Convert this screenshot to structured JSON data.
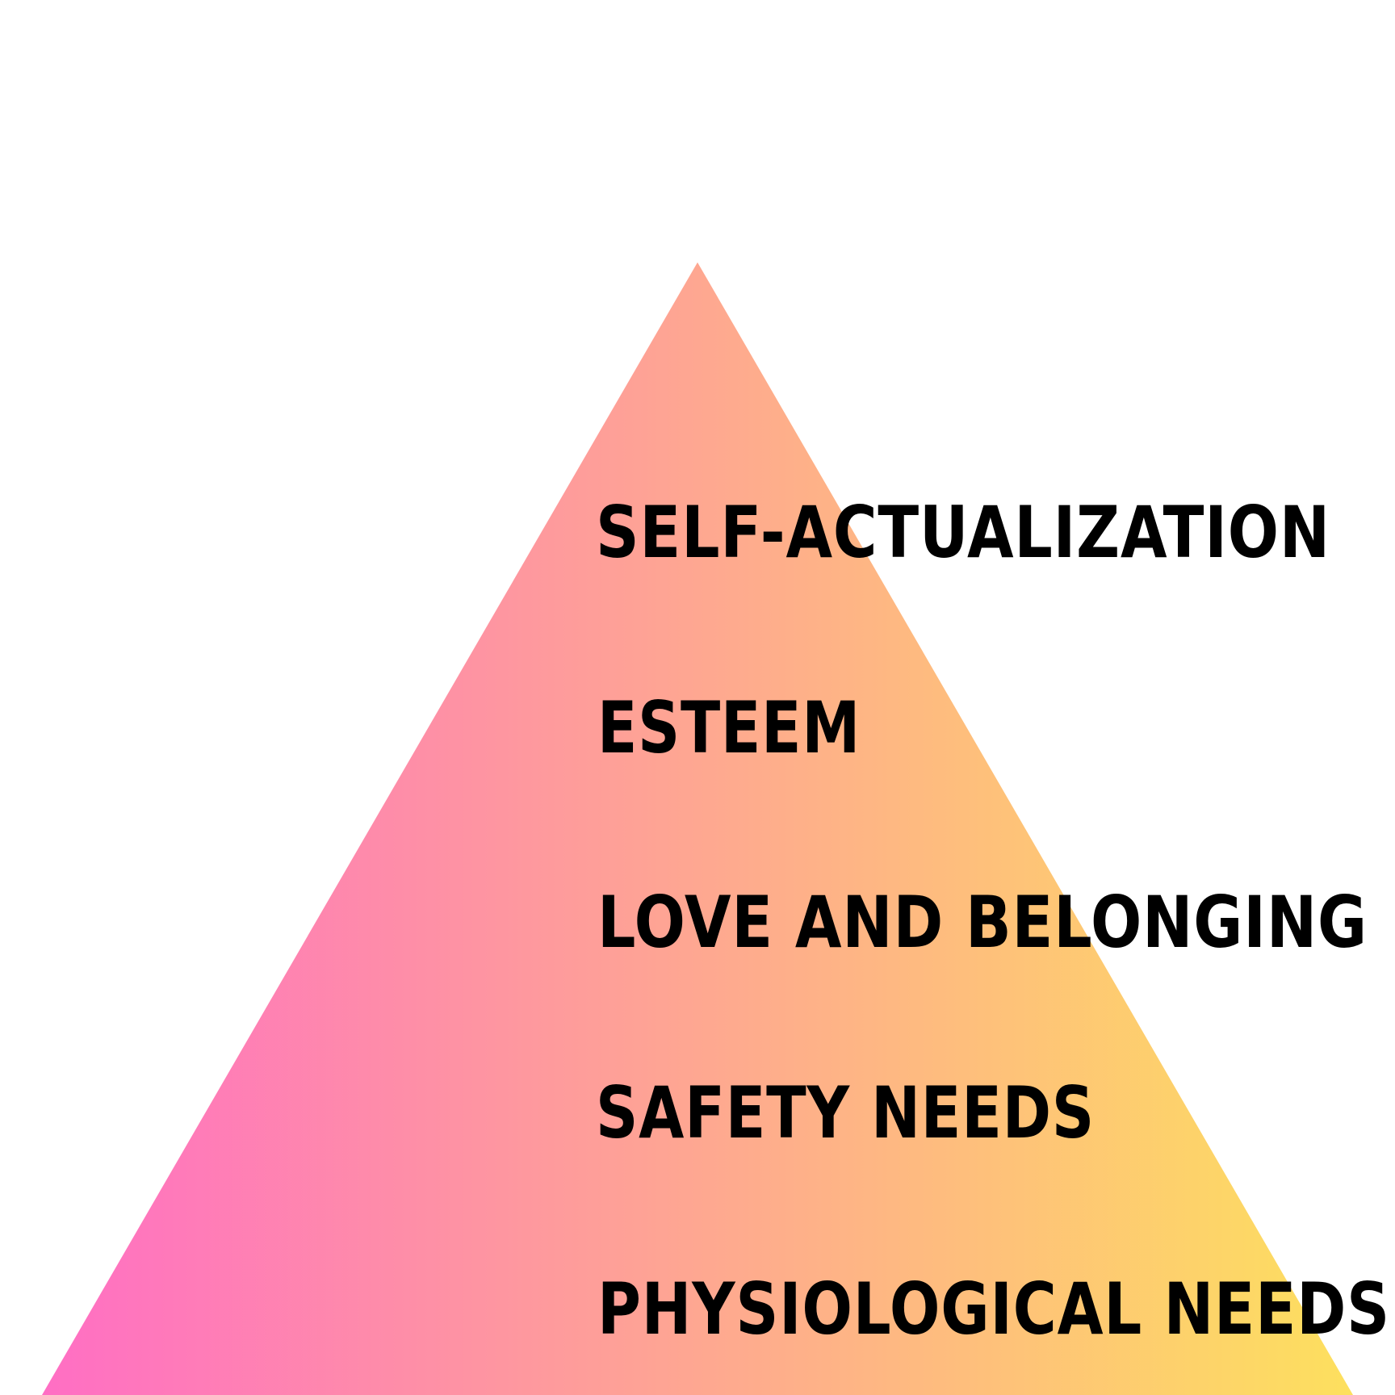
{
  "pyramid": {
    "gradient_colors": [
      "#ff6ec4",
      "#fde05e"
    ],
    "levels": [
      {
        "label": "SELF-ACTUALIZATION"
      },
      {
        "label": "ESTEEM"
      },
      {
        "label": "LOVE AND BELONGING"
      },
      {
        "label": "SAFETY NEEDS"
      },
      {
        "label": "PHYSIOLOGICAL NEEDS"
      }
    ]
  }
}
